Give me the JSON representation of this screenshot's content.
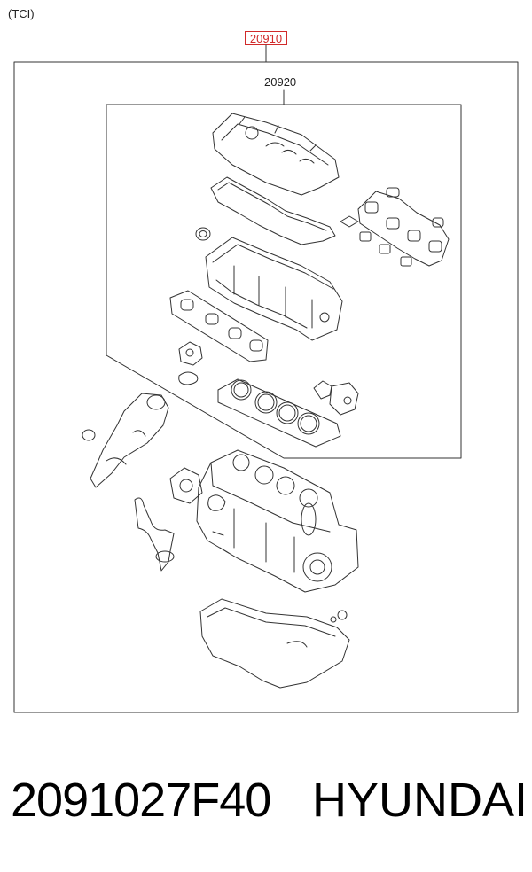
{
  "variant_label": "(TCI)",
  "callouts": {
    "main": "20910",
    "sub": "20920"
  },
  "footer": {
    "part_number": "2091027F40",
    "brand": "HYUNDAI"
  },
  "colors": {
    "highlight": "#d12a2a",
    "line": "#333333"
  },
  "icons": {
    "valve-cover": "valve-cover-icon",
    "cylinder-head": "cylinder-head-icon",
    "engine-block": "engine-block-icon",
    "oil-pan": "oil-pan-icon",
    "head-gasket": "head-gasket-icon"
  }
}
